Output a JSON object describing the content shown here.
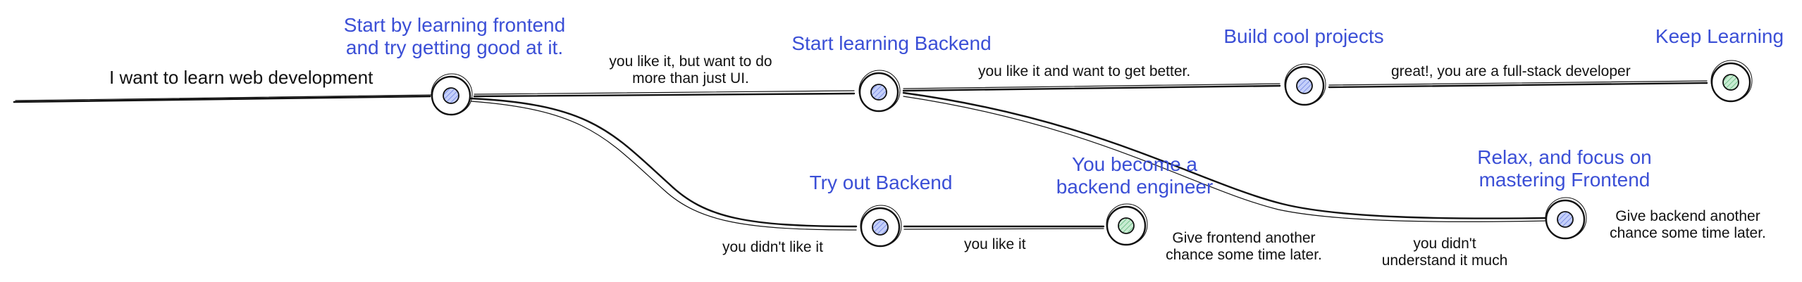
{
  "start": {
    "label": "I want to learn web development"
  },
  "nodes": {
    "frontend": {
      "title_line1": "Start by learning frontend",
      "title_line2": "and try getting good at it.",
      "fill": "#a9b8f5"
    },
    "backend": {
      "title": "Start learning Backend",
      "fill": "#a9b8f5"
    },
    "projects": {
      "title": "Build cool projects",
      "fill": "#a9b8f5"
    },
    "keep": {
      "title": "Keep Learning",
      "fill": "#a8e0b8"
    },
    "tryout": {
      "title": "Try out Backend",
      "fill": "#a9b8f5"
    },
    "engineer": {
      "title_line1": "You become a",
      "title_line2": "backend engineer",
      "fill": "#a8e0b8"
    },
    "relax": {
      "title_line1": "Relax, and focus on",
      "title_line2": "mastering Frontend",
      "fill": "#a9b8f5"
    }
  },
  "edges": {
    "frontend_to_backend_line1": "you like it, but want to do",
    "frontend_to_backend_line2": "more than just UI.",
    "backend_to_projects": "you like it and want to get better.",
    "projects_to_keep": "great!, you are a full-stack developer",
    "frontend_to_tryout": "you didn't like it",
    "tryout_to_engineer": "you like it",
    "backend_to_relax_line1": "you didn't",
    "backend_to_relax_line2": "understand it much"
  },
  "notes": {
    "engineer_line1": "Give frontend another",
    "engineer_line2": "chance some time later.",
    "relax_line1": "Give backend another",
    "relax_line2": "chance some time later."
  },
  "colors": {
    "accent_text": "#3b4fd6",
    "stroke": "#111111"
  }
}
